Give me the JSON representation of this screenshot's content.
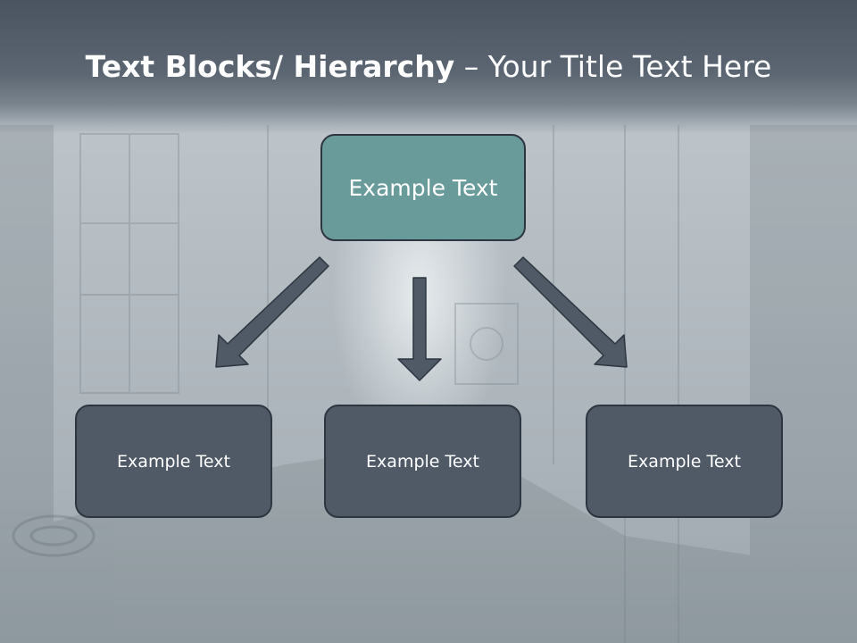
{
  "title": {
    "bold": "Text Blocks/ Hierarchy",
    "rest": " – Your Title Text Here"
  },
  "top_box": {
    "label": "Example Text"
  },
  "child_boxes": [
    {
      "label": "Example Text"
    },
    {
      "label": "Example Text"
    },
    {
      "label": "Example Text"
    }
  ],
  "colors": {
    "header": "#4a5460",
    "top_box": "#6a9b9b",
    "child_box": "#4f5a66",
    "arrow": "#4f5a66"
  }
}
